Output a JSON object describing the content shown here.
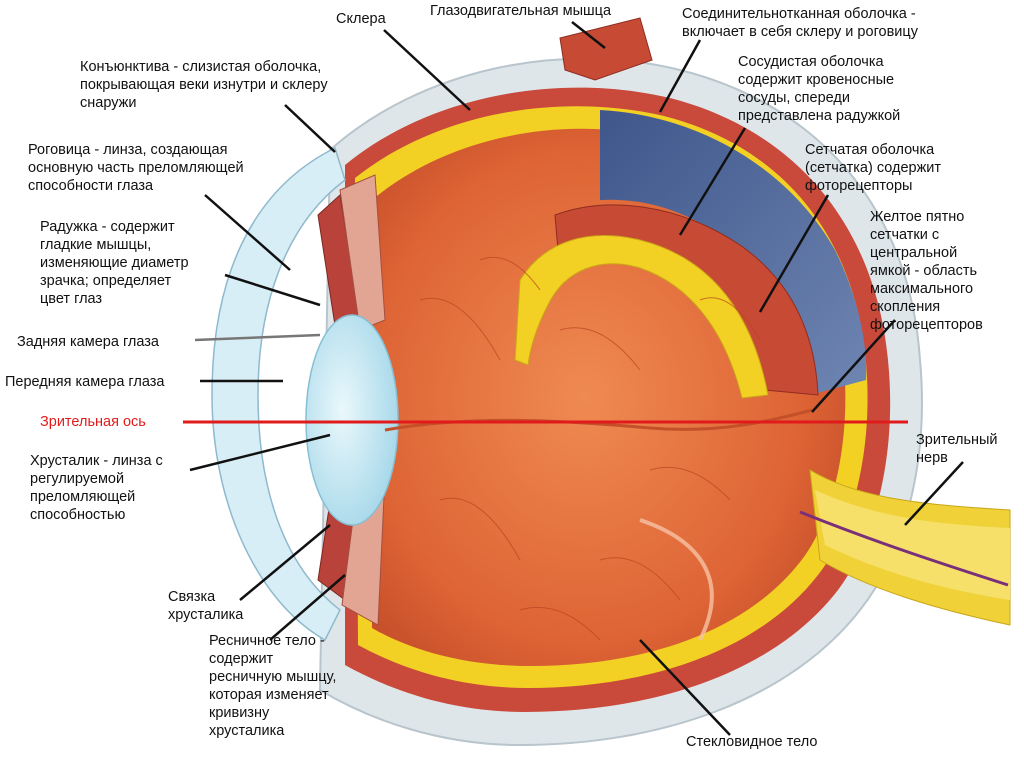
{
  "colors": {
    "sclera": "#dfe6ea",
    "sclera_edge": "#b9c5cc",
    "choroid": "#c9493b",
    "retina_yellow": "#f2d024",
    "vitreous": "#e26a3c",
    "vitreous_dark": "#c4502a",
    "lens": "#bfe6f3",
    "iris": "#b9423a",
    "axis_red": "#e11b1b",
    "leader": "#111111",
    "inner_blue": "#4a6496",
    "muscle": "#c74a35",
    "nerve_yellow": "#f0d238"
  },
  "labels": {
    "sclera": "Склера",
    "eye_muscle": "Глазодвигательная мышца",
    "connective_tunic": [
      "Соединительнотканная оболочка -",
      "включает в себя склеру и роговицу"
    ],
    "conjunctiva": [
      "Конъюнктива - слизистая оболочка,",
      "покрывающая веки изнутри и склеру",
      "снаружи"
    ],
    "choroid": [
      "Сосудистая оболочка",
      "содержит кровеносные",
      "сосуды, спереди",
      "представлена радужкой"
    ],
    "cornea": [
      "Роговица - линза, создающая",
      "основную часть преломляющей",
      "способности глаза"
    ],
    "retina": [
      "Сетчатая оболочка",
      "(сетчатка) содержит",
      "фоторецепторы"
    ],
    "iris": [
      "Радужка - содержит",
      "гладкие мышцы,",
      "изменяющие диаметр",
      "зрачка; определяет",
      "цвет глаз"
    ],
    "macula": [
      "Желтое пятно",
      "сетчатки с",
      "центральной",
      "ямкой - область",
      "максимального",
      "скопления",
      "фоторецепторов"
    ],
    "posterior_chamber": "Задняя камера глаза",
    "anterior_chamber": "Передняя камера глаза",
    "visual_axis": "Зрительная ось",
    "optic_nerve": [
      "Зрительный",
      "нерв"
    ],
    "lens": [
      "Хрусталик - линза с",
      "регулируемой",
      "преломляющей",
      "способностью"
    ],
    "zonule": [
      "Связка",
      "хрусталика"
    ],
    "ciliary_body": [
      "Ресничное тело -",
      "содержит",
      "ресничную мышцу,",
      "которая изменяет",
      "кривизну",
      "хрусталика"
    ],
    "vitreous_body": "Стекловидное тело"
  }
}
